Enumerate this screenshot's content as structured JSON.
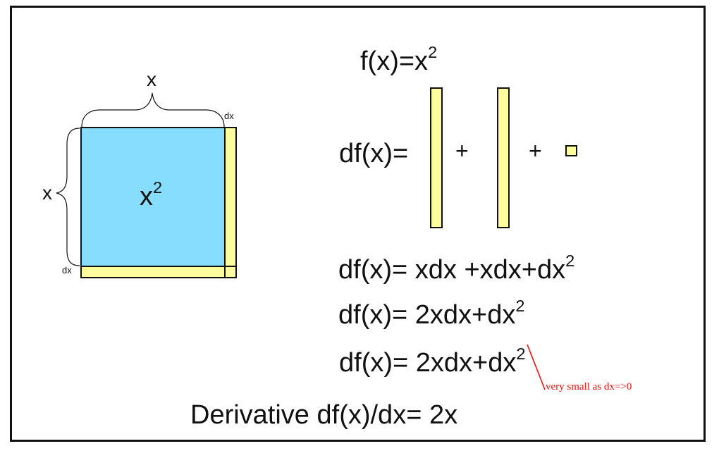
{
  "square": {
    "side_label_top": "x",
    "side_label_left": "x",
    "area_base": "x",
    "area_exp": "2",
    "dx_top": "dx",
    "dx_left": "dx",
    "fill": "#87ddfd",
    "strip_fill": "#fdfd9d"
  },
  "equations": {
    "f_prefix": "f(x)=x",
    "f_exp": "2",
    "df_prefix": "df(x)=",
    "plus1": "+",
    "plus2": "+",
    "line1_prefix": "df(x)= xdx +xdx+dx",
    "line1_exp": "2",
    "line2_prefix": "df(x)= 2xdx+dx",
    "line2_exp": "2",
    "line3_prefix": "df(x)= 2xdx+dx",
    "line3_exp": "2",
    "annotation": "very small as dx=>0",
    "derivative": "Derivative df(x)/dx= 2x"
  }
}
